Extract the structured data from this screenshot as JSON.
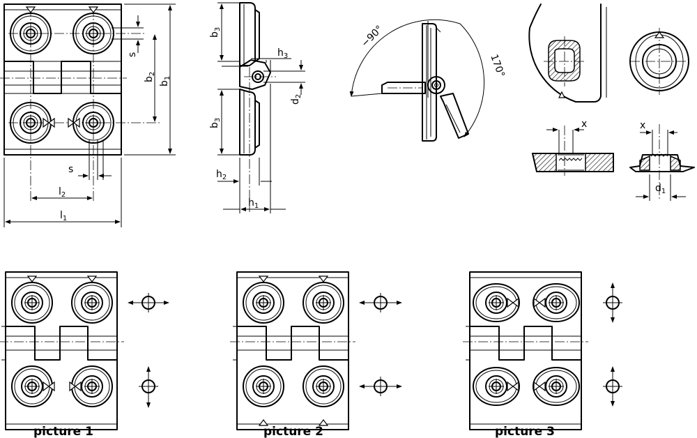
{
  "labels": {
    "l1": "l",
    "l1_sub": "1",
    "l2": "l",
    "l2_sub": "2",
    "b1": "b",
    "b1_sub": "1",
    "b2": "b",
    "b2_sub": "2",
    "b3_top": "b",
    "b3_top_sub": "3",
    "b3_bot": "b",
    "b3_bot_sub": "3",
    "h1": "h",
    "h1_sub": "1",
    "h2": "h",
    "h2_sub": "2",
    "h3": "h",
    "h3_sub": "3",
    "d1": "d",
    "d1_sub": "1",
    "d2": "d",
    "d2_sub": "2",
    "s_vert": "s",
    "s_horiz": "s",
    "x_left": "x",
    "x_right": "x",
    "angle_neg90": "−90°",
    "angle_170": "170°"
  },
  "captions": [
    "picture 1",
    "picture 2",
    "picture 3"
  ]
}
